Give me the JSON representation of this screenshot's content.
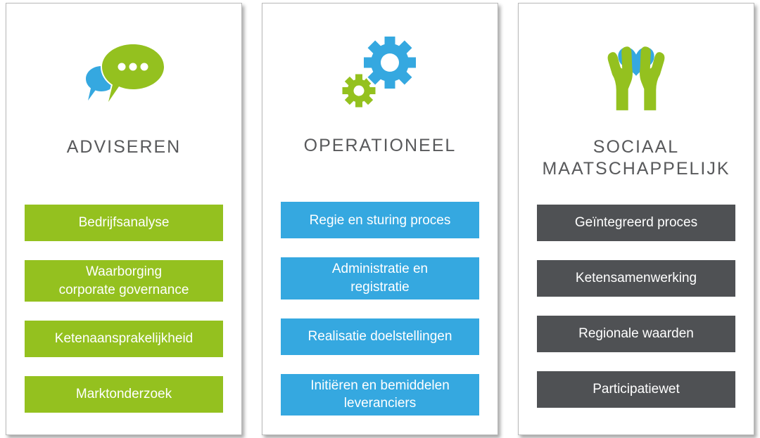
{
  "page": {
    "background": "#ffffff",
    "title_color": "#58595B"
  },
  "columns": [
    {
      "title": "ADVISEREN",
      "icon": "speech-bubbles-icon",
      "color": "#94C11F",
      "items": [
        "Bedrijfsanalyse",
        "Waarborging\ncorporate governance",
        "Ketenaansprakelijkheid",
        "Marktonderzoek"
      ]
    },
    {
      "title": "OPERATIONEEL",
      "icon": "gears-icon",
      "color": "#35A8E0",
      "items": [
        "Regie en sturing proces",
        "Administratie en\nregistratie",
        "Realisatie doelstellingen",
        "Initiëren en bemiddelen\nleveranciers"
      ]
    },
    {
      "title": "SOCIAAL\nMAATSCHAPPELIJK",
      "icon": "hands-heart-icon",
      "color": "#4F5154",
      "items": [
        "Geïntegreerd proces",
        "Ketensamenwerking",
        "Regionale waarden",
        "Participatiewet"
      ]
    }
  ]
}
